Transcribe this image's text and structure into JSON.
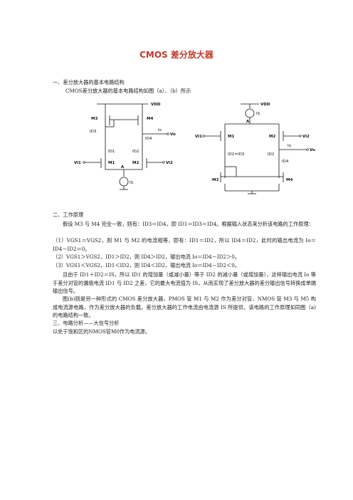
{
  "title": "CMOS 差分放大器",
  "section1": {
    "heading": "一、差分放大器的基本电路结构",
    "intro": "CMOS差分放大器的基本电路结构如图（a）、（b）所示"
  },
  "figure_a": {
    "vdd": "VDD",
    "m1": "M1",
    "m2": "M2",
    "m3": "M3",
    "m4": "M4",
    "id1": "ID1",
    "id2": "ID2",
    "id3": "ID3",
    "id4": "ID4",
    "io": "Io",
    "vo": "Vo",
    "vi1": "Vi1",
    "vi2": "Vi2",
    "a": "A",
    "is": "IS"
  },
  "figure_b": {
    "vdd": "VDD",
    "is": "IS",
    "a": "A",
    "m1": "M1",
    "m2": "M2",
    "m3": "M3",
    "m4": "M4",
    "vi1": "Vi1",
    "vi2": "Vi2",
    "id1": "ID1=ID3",
    "id2": "ID2",
    "id4": "ID4",
    "io": "Io",
    "vo": "Vo"
  },
  "section2": {
    "heading": "二、工作原理",
    "p1": "假设 M3 与 M4 完全一致，则有：ID3＝ID4，即 ID1＝ID3＝ID4。根据输入状态来分析该电路的工作原理：",
    "c1": "（1）VGS1＝VGS2，则 M1 与 M2 的电流相等，即有：ID1＝ID2，所以 ID4＝ID2，此时的输出电流为 Io＝ID4－ID2＝0。",
    "c2": "（2）VGS1＞VGS2，ID1＞ID2，则 ID4＞ID2，输出电流 Io＝ID4－ID2＞0。",
    "c3": "（3）VGS1＜VGS2，ID1＜ID2，则 ID4＜ID2，输出电流 Io＝ID4－ID2＜0。",
    "p2": "且由于 ID1＋ID2＝IS，所以 ID1 的增加量（或减小量）等于 ID2 的减小量（或增加量），这样输出电流 Io 等于差分对管的漏极电流 ID1 与 ID2 之差，它的最大电流值为 IS，从而实现了差分放大器的差分输出信号转换成单端输出信号。",
    "p3": "图(b)则是另一种形式的 CMOS 差分放大器，PMOS 管 M1 与 M2 作为差分对管，NMOS 管 M3 与 M5 构成电流源电路，作为差分放大器的负载。差分放大器的工作电流由电流源 IS 所提供，该电路的工作原理如同图（a)的电路结构一致。"
  },
  "section3": {
    "heading": "三、电路分析——大信号分析",
    "p1": "以处于饱和区的NMOS管M0作为电流源。"
  }
}
